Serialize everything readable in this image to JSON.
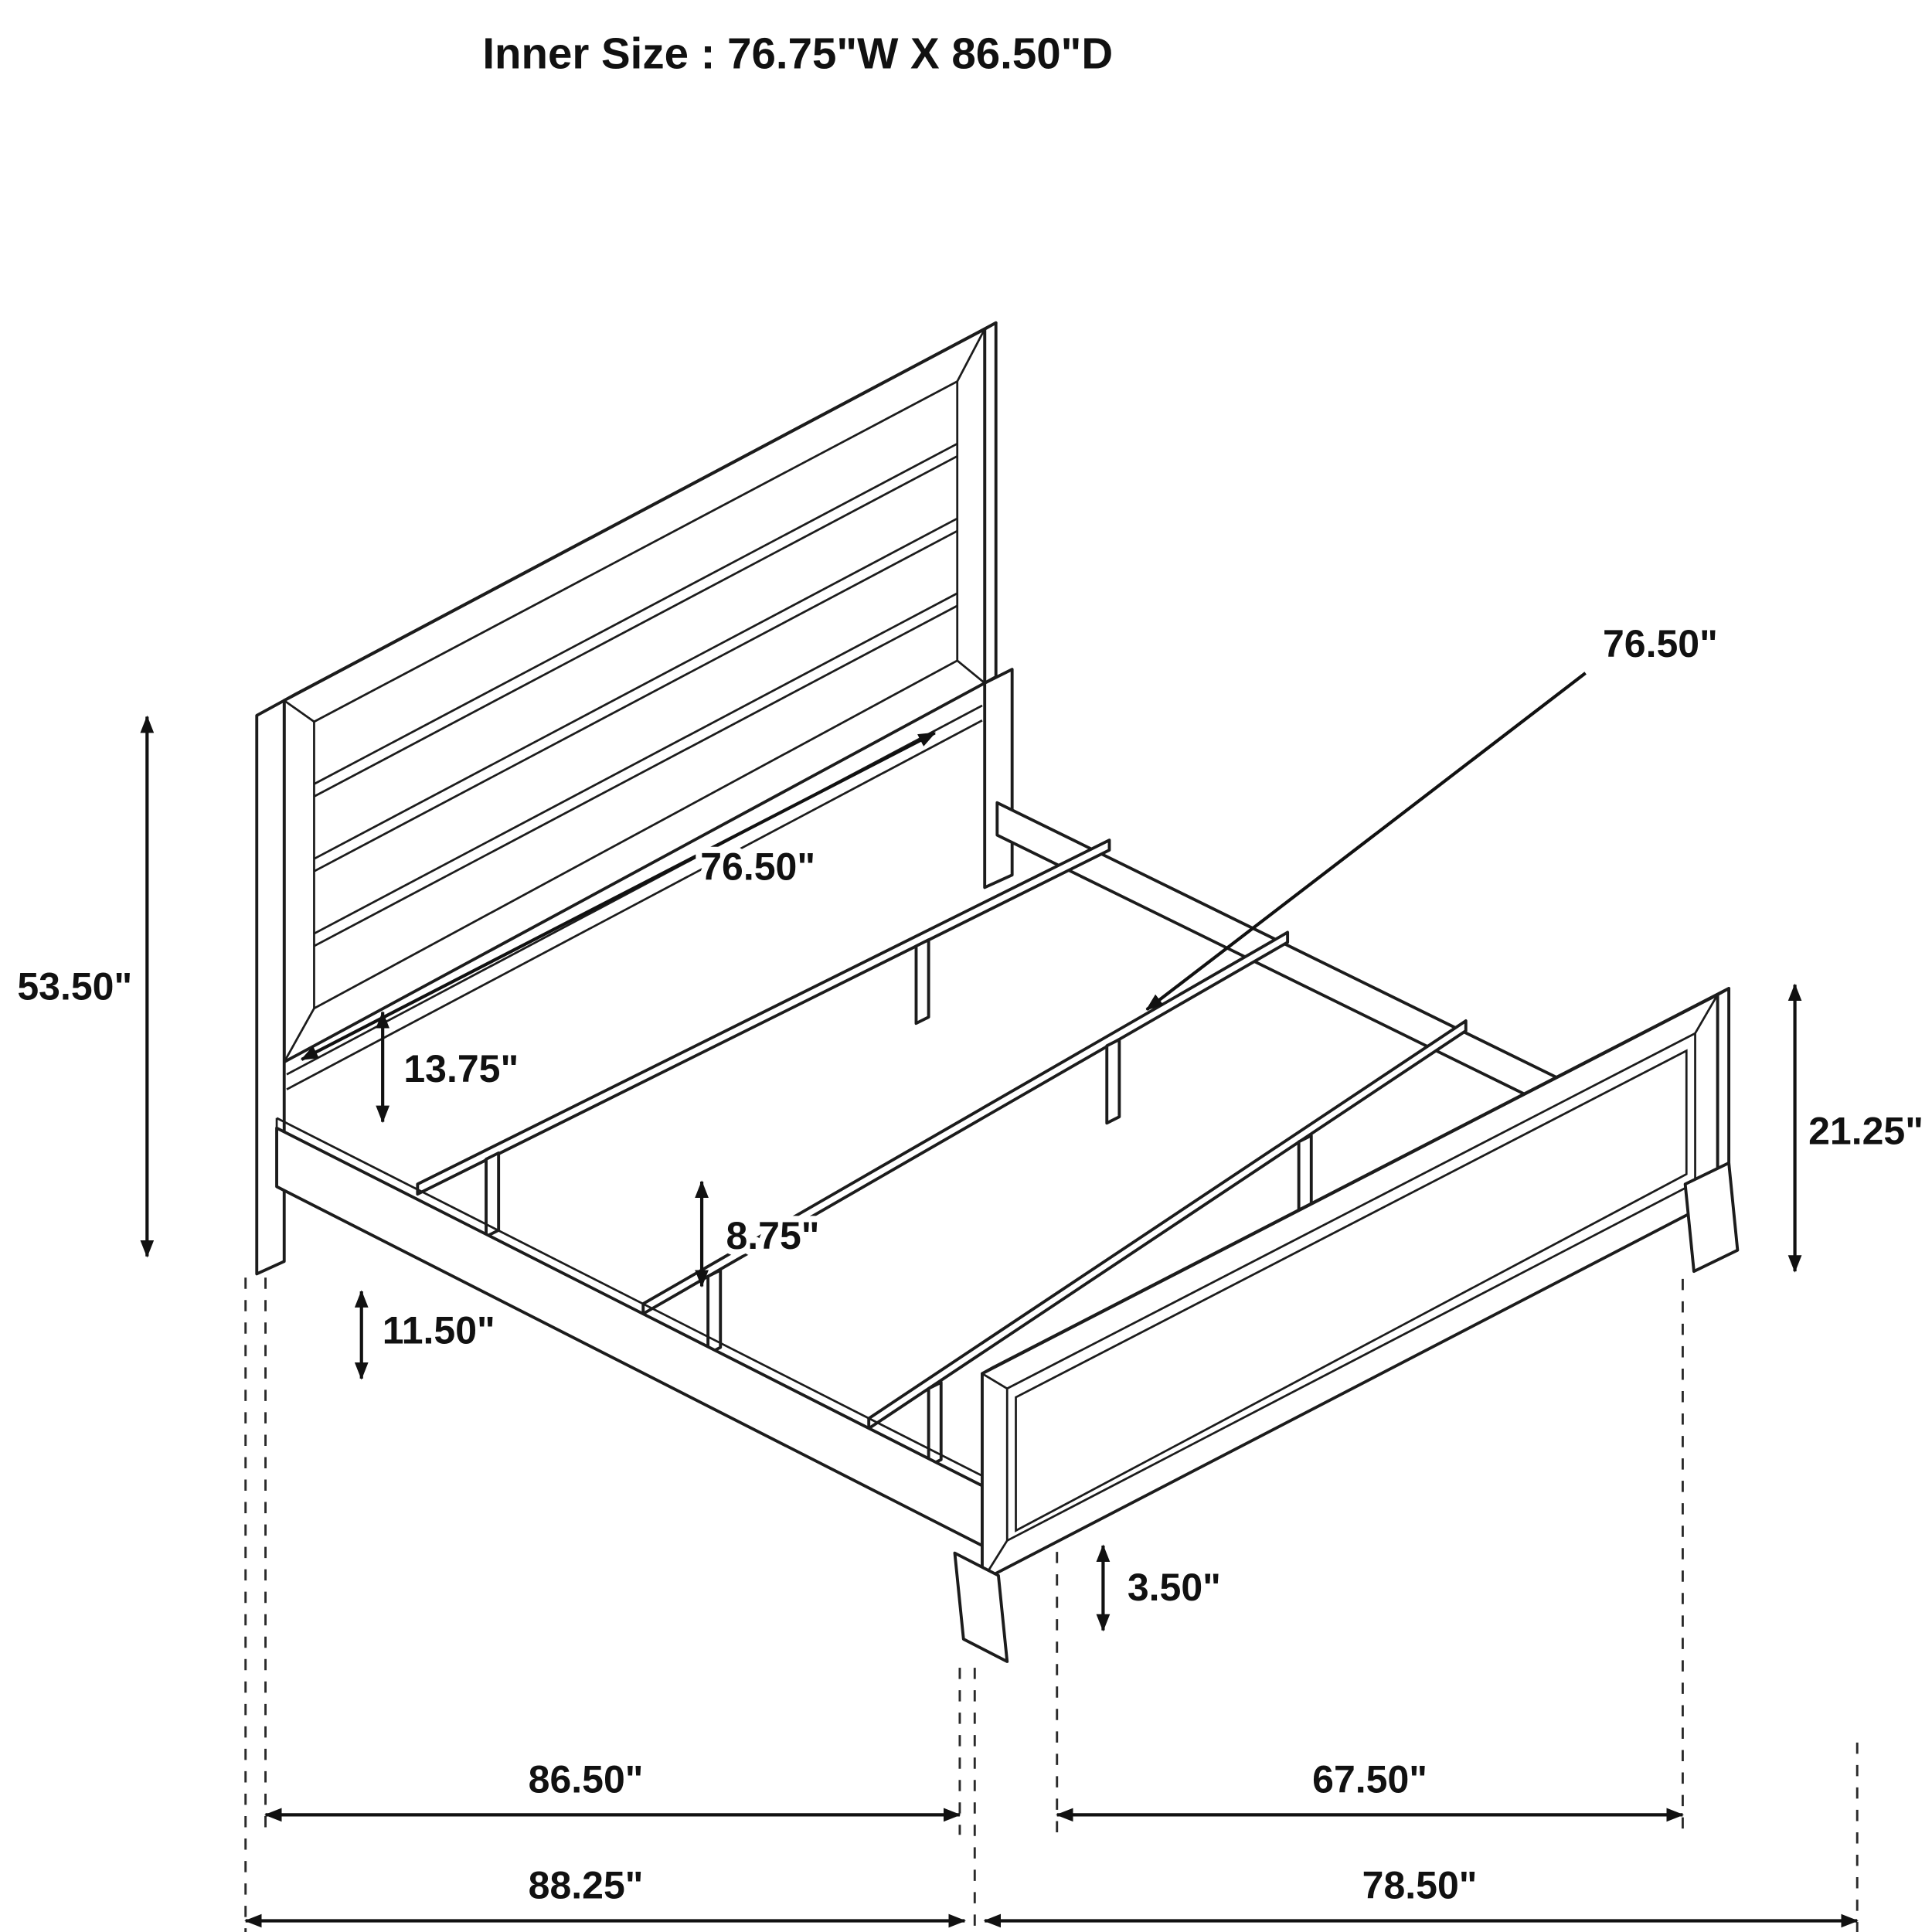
{
  "title": "Inner Size : 76.75\"W X 86.50\"D",
  "diagram": {
    "subject": "bed frame isometric dimension drawing",
    "dims": {
      "slat_length": "76.50\"",
      "headboard_width": "76.50\"",
      "headboard_height": "53.50\"",
      "headboard_gap": "13.75\"",
      "footboard_height": "21.25\"",
      "support_leg_height": "8.75\"",
      "rail_clearance": "11.50\"",
      "footboard_leg_height": "3.50\"",
      "rail_length": "86.50\"",
      "footboard_span": "67.50\"",
      "overall_depth": "88.25\"",
      "overall_width": "78.50\""
    }
  }
}
